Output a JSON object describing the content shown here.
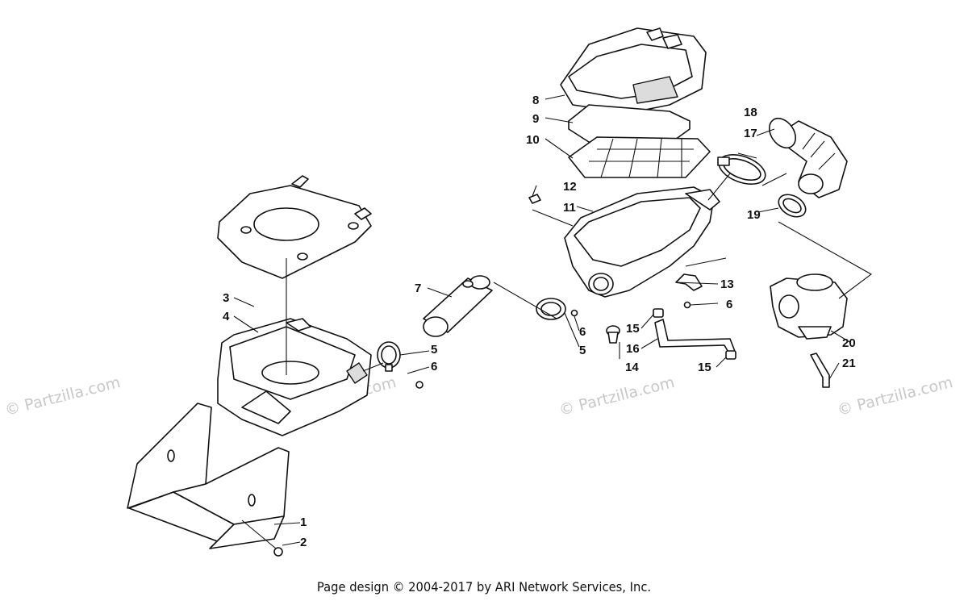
{
  "watermark": {
    "text": "© Partzilla.com"
  },
  "footer": {
    "copyright": "Page design © 2004-2017 by ARI Network Services, Inc."
  },
  "callouts": {
    "c1": "1",
    "c2": "2",
    "c3": "3",
    "c4": "4",
    "c5a": "5",
    "c5b": "5",
    "c6a": "6",
    "c6b": "6",
    "c6c": "6",
    "c7": "7",
    "c8": "8",
    "c9": "9",
    "c10": "10",
    "c11": "11",
    "c12": "12",
    "c13": "13",
    "c14": "14",
    "c15a": "15",
    "c15b": "15",
    "c16": "16",
    "c17": "17",
    "c18": "18",
    "c19": "19",
    "c20": "20",
    "c21": "21"
  }
}
